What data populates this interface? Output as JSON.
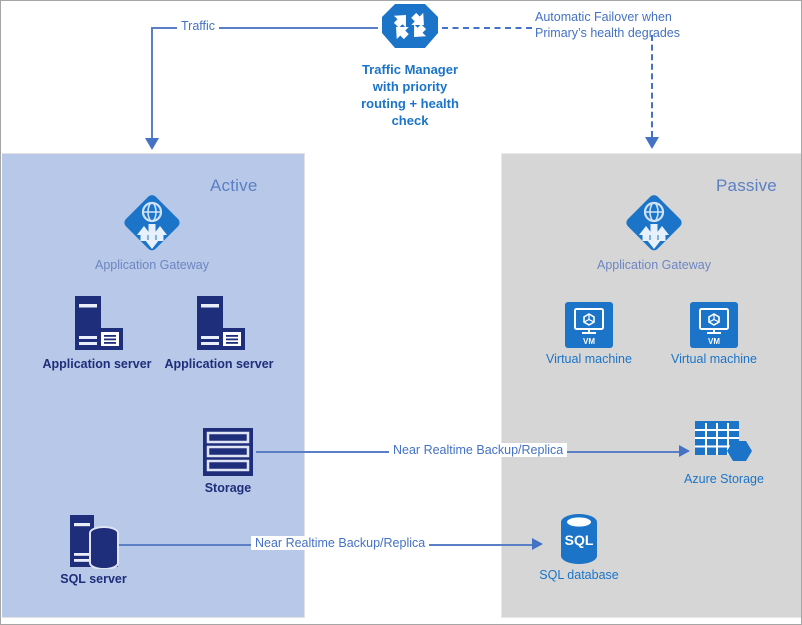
{
  "diagram": {
    "title": "Azure Active-Passive high availability architecture",
    "colors": {
      "azure_blue": "#1b74c8",
      "navy": "#1f2e7a",
      "line_blue": "#4472c4",
      "active_panel_bg": "#b7c8e8",
      "passive_panel_bg": "#d6d6d6",
      "zone_title": "#5b7fc4"
    }
  },
  "traffic_manager": {
    "icon": "traffic-manager-icon",
    "caption_lines": [
      "Traffic Manager",
      "with priority",
      "routing + health",
      "check"
    ],
    "caption": "Traffic Manager with priority routing + health check"
  },
  "edges": {
    "traffic": "Traffic",
    "failover_line1": "Automatic Failover when",
    "failover_line2": "Primary’s health degrades",
    "storage_replica": "Near Realtime Backup/Replica",
    "sql_replica": "Near Realtime Backup/Replica"
  },
  "active_zone": {
    "title": "Active",
    "nodes": [
      {
        "id": "app-gateway",
        "label": "Application Gateway",
        "icon": "application-gateway-icon"
      },
      {
        "id": "app-server-1",
        "label": "Application server",
        "icon": "application-server-icon"
      },
      {
        "id": "app-server-2",
        "label": "Application server",
        "icon": "application-server-icon"
      },
      {
        "id": "storage",
        "label": "Storage",
        "icon": "storage-icon"
      },
      {
        "id": "sql-server",
        "label": "SQL server",
        "icon": "sql-server-icon"
      }
    ]
  },
  "passive_zone": {
    "title": "Passive",
    "nodes": [
      {
        "id": "app-gateway",
        "label": "Application Gateway",
        "icon": "application-gateway-icon"
      },
      {
        "id": "vm-1",
        "label": "Virtual machine",
        "icon": "virtual-machine-icon",
        "badge": "VM"
      },
      {
        "id": "vm-2",
        "label": "Virtual machine",
        "icon": "virtual-machine-icon",
        "badge": "VM"
      },
      {
        "id": "azure-storage",
        "label": "Azure Storage",
        "icon": "azure-storage-icon"
      },
      {
        "id": "sql-database",
        "label": "SQL database",
        "icon": "sql-database-icon",
        "badge": "SQL"
      }
    ]
  }
}
